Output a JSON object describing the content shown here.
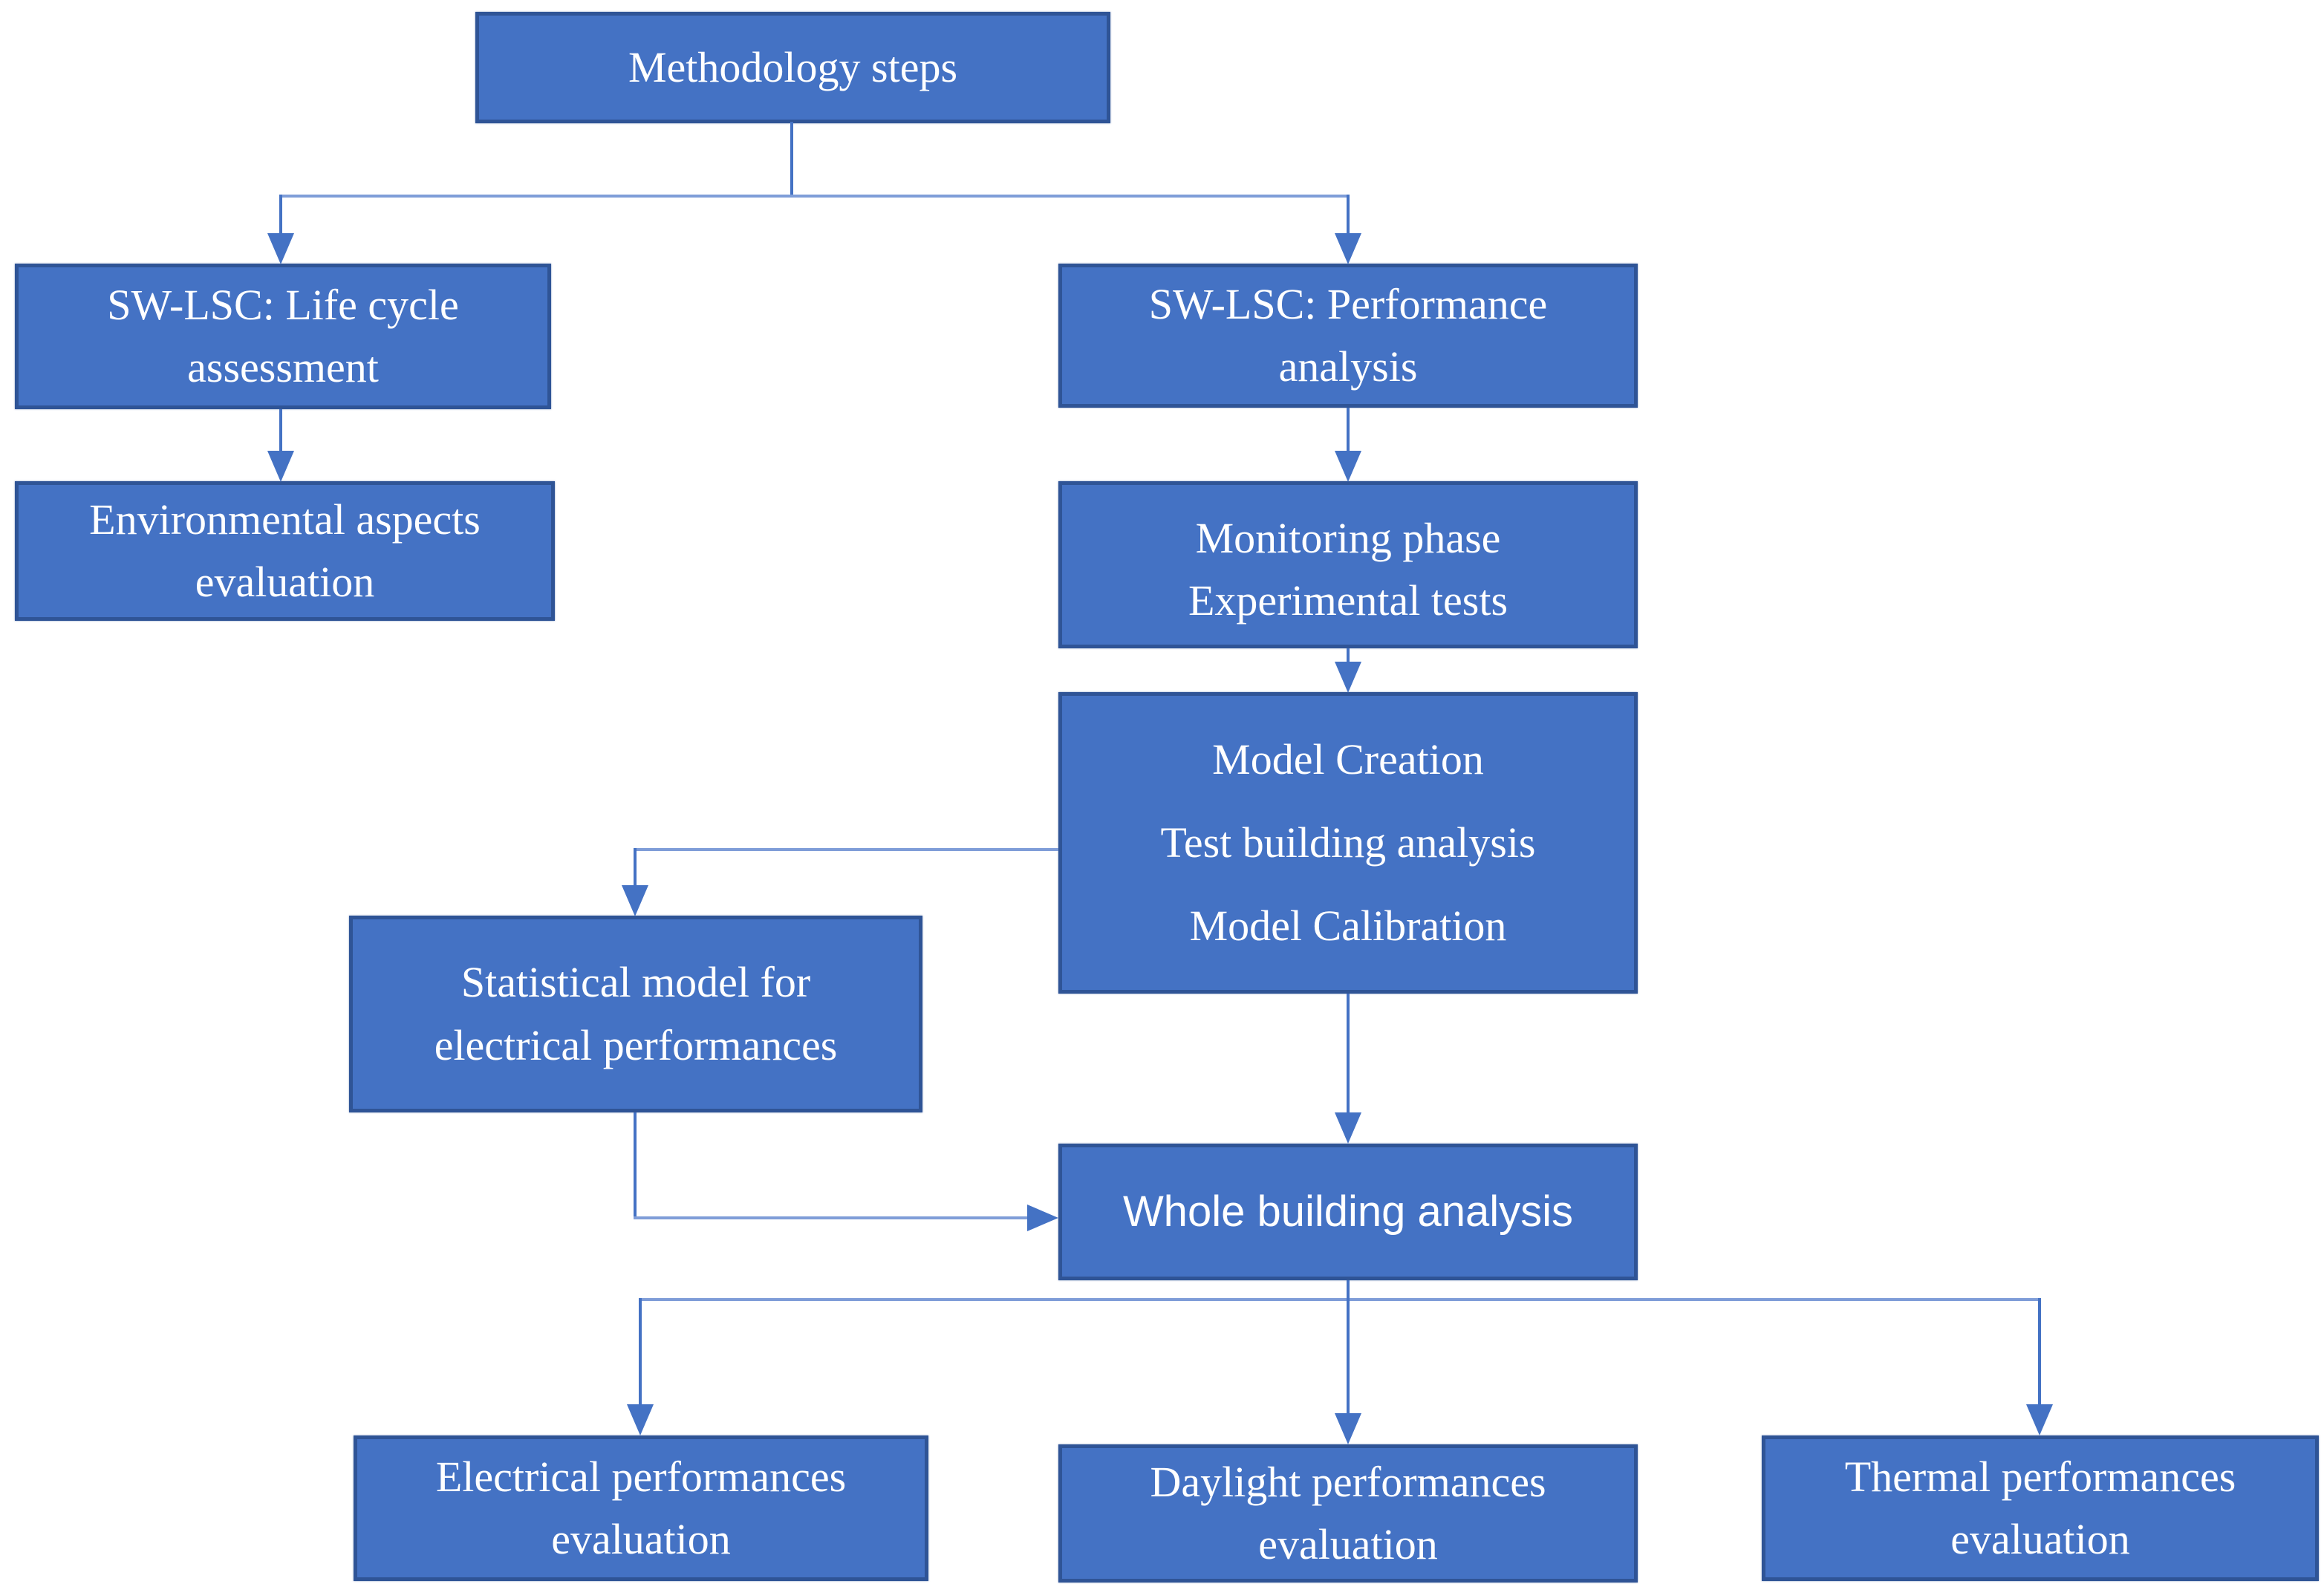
{
  "figure": {
    "type": "flowchart",
    "title": "Methodology steps"
  },
  "colors": {
    "node_fill": "#4472c4",
    "node_border": "#2f5496",
    "connector": "#4472c4",
    "connector_light": "#7f9dd8",
    "text": "#ffffff",
    "bg": "#ffffff"
  },
  "nodes": {
    "methodology": {
      "lines": [
        "Methodology steps"
      ]
    },
    "life_cycle": {
      "lines": [
        "SW-LSC: Life cycle",
        "assessment"
      ]
    },
    "performance": {
      "lines": [
        "SW-LSC: Performance",
        "analysis"
      ]
    },
    "environmental": {
      "lines": [
        "Environmental aspects",
        "evaluation"
      ]
    },
    "monitoring": {
      "lines": [
        "Monitoring phase",
        "Experimental tests"
      ]
    },
    "model": {
      "lines": [
        "Model Creation",
        "Test building analysis",
        "Model Calibration"
      ]
    },
    "statistical": {
      "lines": [
        "Statistical model for",
        "electrical performances"
      ]
    },
    "whole_building": {
      "lines": [
        "Whole building analysis"
      ]
    },
    "electrical": {
      "lines": [
        "Electrical performances",
        "evaluation"
      ]
    },
    "daylight": {
      "lines": [
        "Daylight performances",
        "evaluation"
      ]
    },
    "thermal": {
      "lines": [
        "Thermal performances",
        "evaluation"
      ]
    }
  },
  "edges": [
    {
      "from": "methodology",
      "to": "life_cycle"
    },
    {
      "from": "methodology",
      "to": "performance"
    },
    {
      "from": "life_cycle",
      "to": "environmental"
    },
    {
      "from": "performance",
      "to": "monitoring"
    },
    {
      "from": "monitoring",
      "to": "model"
    },
    {
      "from": "model",
      "to": "statistical"
    },
    {
      "from": "model",
      "to": "whole_building"
    },
    {
      "from": "statistical",
      "to": "whole_building"
    },
    {
      "from": "whole_building",
      "to": "electrical"
    },
    {
      "from": "whole_building",
      "to": "daylight"
    },
    {
      "from": "whole_building",
      "to": "thermal"
    }
  ]
}
